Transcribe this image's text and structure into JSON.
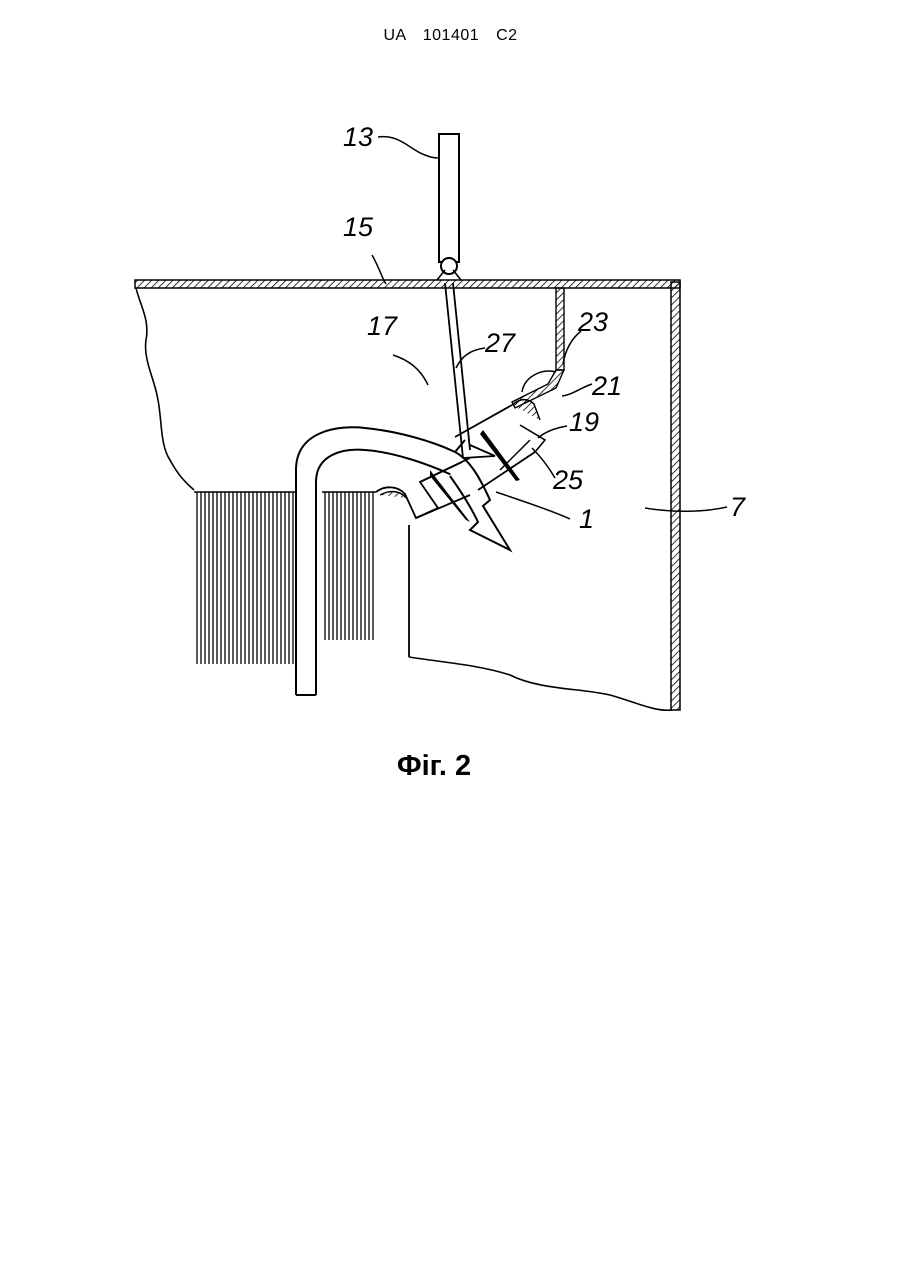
{
  "header": {
    "document_number": "UA   101401   C2"
  },
  "figure": {
    "caption": "Фіг. 2",
    "labels": {
      "l13": "13",
      "l15": "15",
      "l17": "17",
      "l27": "27",
      "l23": "23",
      "l21": "21",
      "l19": "19",
      "l25": "25",
      "l1": "1",
      "l7": "7"
    }
  },
  "colors": {
    "ink": "#000000",
    "paper": "#ffffff"
  }
}
